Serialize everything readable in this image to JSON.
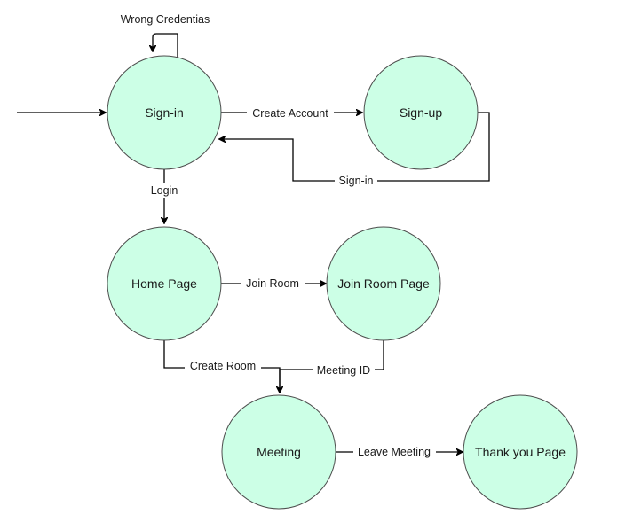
{
  "diagram": {
    "states": {
      "signin": "Sign-in",
      "signup": "Sign-up",
      "home": "Home Page",
      "join_room_page": "Join Room Page",
      "meeting": "Meeting",
      "thank_you": "Thank you Page"
    },
    "transitions": {
      "wrong_credentials": "Wrong Credentias",
      "create_account": "Create Account",
      "signin_back": "Sign-in",
      "login": "Login",
      "join_room": "Join Room",
      "create_room": "Create Room",
      "meeting_id": "Meeting ID",
      "leave_meeting": "Leave Meeting"
    },
    "colors": {
      "state_fill": "#ccffe6",
      "state_stroke": "#4d4d4d",
      "edge": "#000000"
    }
  }
}
